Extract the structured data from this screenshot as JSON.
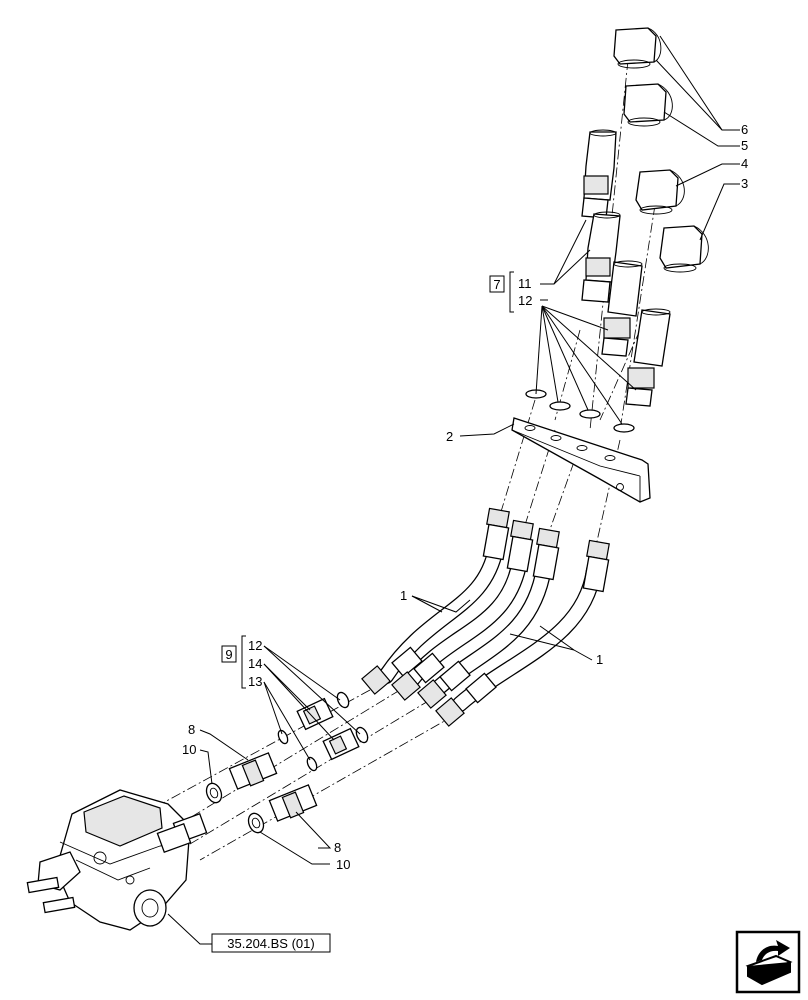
{
  "labels": {
    "l1a": "1",
    "l1b": "1",
    "l2": "2",
    "l3": "3",
    "l4": "4",
    "l5": "5",
    "l6": "6",
    "l7": "7",
    "l8a": "8",
    "l8b": "8",
    "l9": "9",
    "l10a": "10",
    "l10b": "10",
    "l11": "11",
    "l12a": "12",
    "l12b": "12",
    "l13": "13",
    "l14": "14"
  },
  "reference": "35.204.BS (01)",
  "nav_icon": "arrow-box-icon"
}
